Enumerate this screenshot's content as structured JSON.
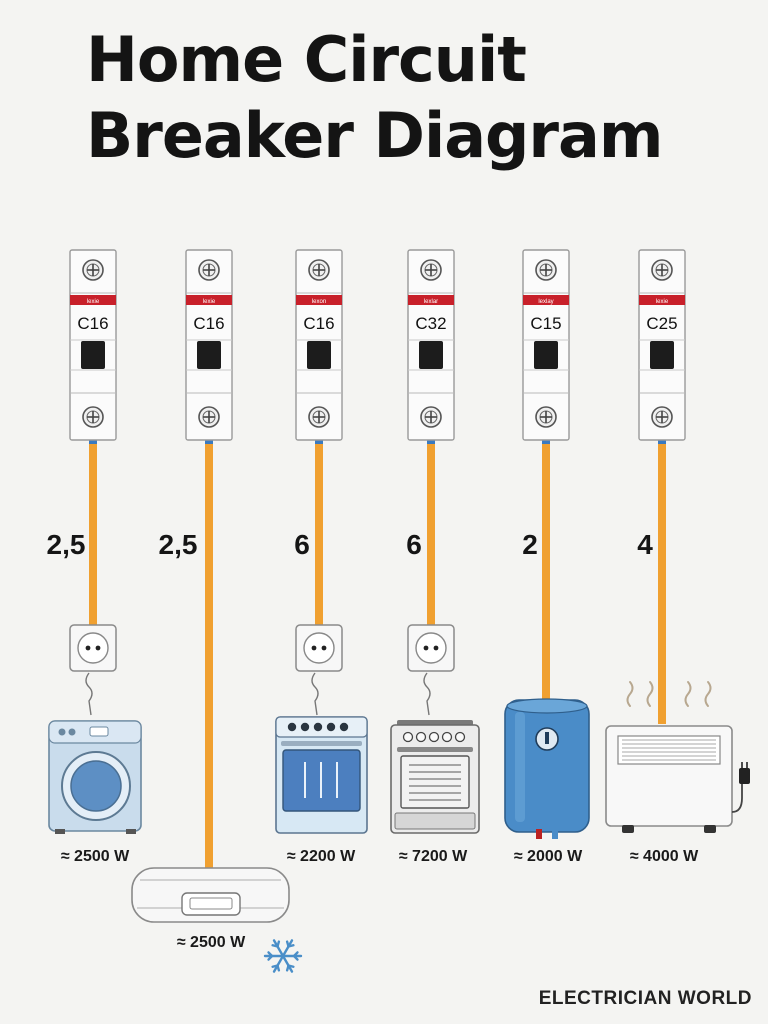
{
  "title": {
    "line1": "Home Circuit",
    "line2": "Breaker Diagram"
  },
  "colors": {
    "wire": "#f0a030",
    "breaker_stripe": "#c8202a",
    "breaker_toggle": "#1c1c1c",
    "background": "#f4f4f2"
  },
  "circuits": [
    {
      "breaker": "C16",
      "brand": "lexie",
      "cable": "2,5",
      "power": "≈ 2500 W",
      "appliance": "washing-machine",
      "appliance_icon": "washing-machine-icon",
      "has_socket": true
    },
    {
      "breaker": "C16",
      "brand": "lexie",
      "cable": "2,5",
      "power": "≈ 2500 W",
      "appliance": "air-conditioner",
      "appliance_icon": "air-conditioner-icon",
      "has_socket": false,
      "extra_icon": "snowflake-icon"
    },
    {
      "breaker": "C16",
      "brand": "lexon",
      "cable": "6",
      "power": "≈ 2200 W",
      "appliance": "oven",
      "appliance_icon": "oven-icon",
      "has_socket": true
    },
    {
      "breaker": "C32",
      "brand": "lexlar",
      "cable": "6",
      "power": "≈ 7200 W",
      "appliance": "electric-stove",
      "appliance_icon": "stove-icon",
      "has_socket": true
    },
    {
      "breaker": "C15",
      "brand": "lexlay",
      "cable": "2",
      "power": "≈ 2000 W",
      "appliance": "water-heater",
      "appliance_icon": "water-heater-icon",
      "has_socket": false
    },
    {
      "breaker": "C25",
      "brand": "lexie",
      "cable": "4",
      "power": "≈ 4000 W",
      "appliance": "electric-heater",
      "appliance_icon": "heater-icon",
      "has_socket": false
    }
  ],
  "footer": "ELECTRICIAN WORLD"
}
